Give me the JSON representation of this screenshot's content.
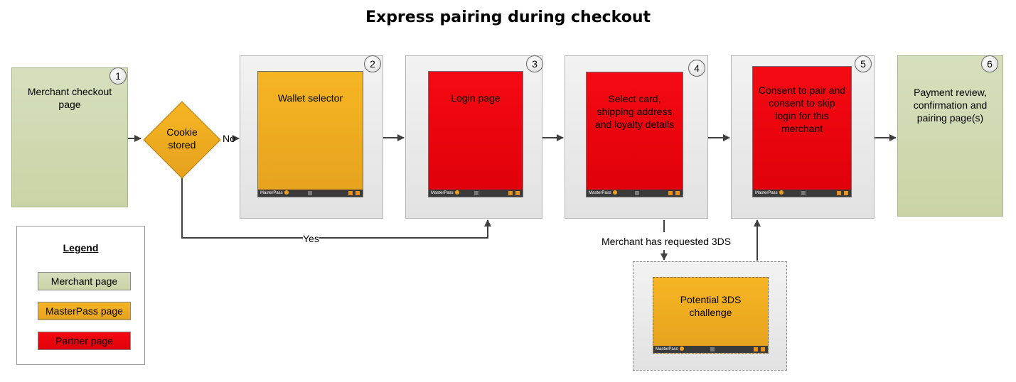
{
  "title": "Express pairing during checkout",
  "steps": [
    {
      "number": "1",
      "label": "Merchant checkout page"
    },
    {
      "number": "2",
      "label": "Wallet selector"
    },
    {
      "number": "3",
      "label": "Login page"
    },
    {
      "number": "4",
      "label": "Select card, shipping address and loyalty details"
    },
    {
      "number": "5",
      "label": "Consent to pair and consent to skip login for this merchant"
    },
    {
      "number": "6",
      "label": "Payment review, confirmation and pairing page(s)"
    }
  ],
  "decision": {
    "label": "Cookie stored",
    "no_label": "No",
    "yes_label": "Yes"
  },
  "threeds": {
    "condition_label": "Merchant has requested 3DS",
    "label": "Potential 3DS challenge"
  },
  "screen_footer": {
    "brand": "MasterPass"
  },
  "legend": {
    "title": "Legend",
    "items": [
      {
        "label": "Merchant page",
        "color": "#cdd6ac"
      },
      {
        "label": "MasterPass page",
        "color": "#f0ab1e"
      },
      {
        "label": "Partner page",
        "color": "#f50a12"
      }
    ]
  },
  "colors": {
    "merchant": "#cdd6ac",
    "masterpass": "#f0ab1e",
    "partner": "#f50a12",
    "frame": "#e9e9e9",
    "connector": "#404040"
  }
}
